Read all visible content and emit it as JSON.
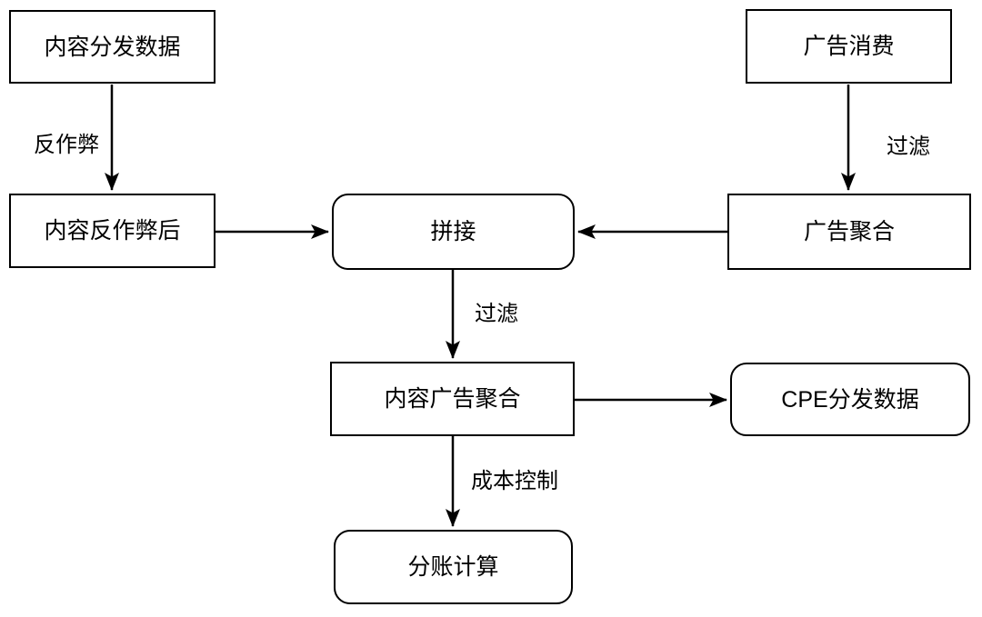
{
  "diagram": {
    "type": "flowchart",
    "colors": {
      "background": "#ffffff",
      "stroke": "#000000",
      "text": "#000000",
      "node_fill": "#ffffff"
    },
    "nodes": [
      {
        "id": "content-distribution-data",
        "label": "内容分发数据",
        "shape": "rectangle"
      },
      {
        "id": "ad-consumption",
        "label": "广告消费",
        "shape": "rectangle"
      },
      {
        "id": "content-after-antifraud",
        "label": "内容反作弊后",
        "shape": "rectangle"
      },
      {
        "id": "ad-aggregation",
        "label": "广告聚合",
        "shape": "rectangle"
      },
      {
        "id": "splice",
        "label": "拼接",
        "shape": "rounded-rectangle"
      },
      {
        "id": "content-ad-aggregation",
        "label": "内容广告聚合",
        "shape": "rectangle"
      },
      {
        "id": "cpe-distribution-data",
        "label": "CPE分发数据",
        "shape": "rounded-rectangle"
      },
      {
        "id": "revenue-split-calculation",
        "label": "分账计算",
        "shape": "rounded-rectangle"
      }
    ],
    "edges": [
      {
        "from": "content-distribution-data",
        "to": "content-after-antifraud",
        "label": "反作弊"
      },
      {
        "from": "ad-consumption",
        "to": "ad-aggregation",
        "label": "过滤"
      },
      {
        "from": "content-after-antifraud",
        "to": "splice",
        "label": ""
      },
      {
        "from": "ad-aggregation",
        "to": "splice",
        "label": ""
      },
      {
        "from": "splice",
        "to": "content-ad-aggregation",
        "label": "过滤"
      },
      {
        "from": "content-ad-aggregation",
        "to": "cpe-distribution-data",
        "label": ""
      },
      {
        "from": "content-ad-aggregation",
        "to": "revenue-split-calculation",
        "label": "成本控制"
      }
    ]
  }
}
